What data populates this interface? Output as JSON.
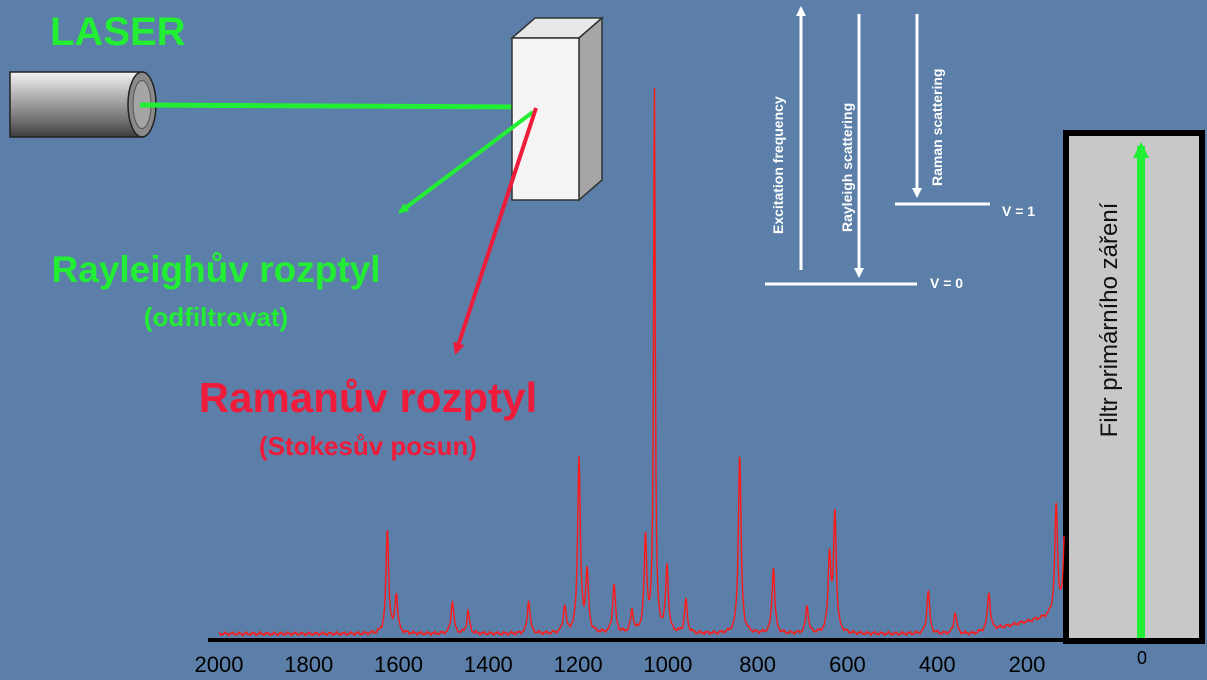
{
  "colors": {
    "background": "#5b7fa8",
    "laser_green": "#22ee33",
    "raman_red": "#ee1c3a",
    "spectrum_red": "#ff1a1a",
    "white": "#ffffff",
    "filter_fill": "#c8c8c8"
  },
  "laser": {
    "label": "LASER"
  },
  "rayleigh": {
    "title": "Rayleighův rozptyl",
    "note": "(odfiltrovat)"
  },
  "raman": {
    "title": "Ramanův rozptyl",
    "note": "(Stokesův posun)"
  },
  "energy_diagram": {
    "arrows": [
      "Excitation frequency",
      "Rayleigh scattering",
      "Raman scattering"
    ],
    "levels": [
      "V = 0",
      "V = 1"
    ]
  },
  "filter": {
    "label": "Filtr primárního záření",
    "zero_tick": "0"
  },
  "chart_data": {
    "type": "line",
    "x_axis_reversed": true,
    "xlim": [
      2000,
      100
    ],
    "x_ticks": [
      "2000",
      "1800",
      "1600",
      "1400",
      "1200",
      "1000",
      "800",
      "600",
      "400",
      "200"
    ],
    "series": [
      {
        "peaks": [
          {
            "x": 1625,
            "y": 0.19
          },
          {
            "x": 1605,
            "y": 0.07
          },
          {
            "x": 1480,
            "y": 0.06
          },
          {
            "x": 1445,
            "y": 0.04
          },
          {
            "x": 1310,
            "y": 0.06
          },
          {
            "x": 1230,
            "y": 0.05
          },
          {
            "x": 1198,
            "y": 0.32
          },
          {
            "x": 1180,
            "y": 0.11
          },
          {
            "x": 1120,
            "y": 0.09
          },
          {
            "x": 1080,
            "y": 0.04
          },
          {
            "x": 1050,
            "y": 0.17
          },
          {
            "x": 1030,
            "y": 1.0
          },
          {
            "x": 1002,
            "y": 0.12
          },
          {
            "x": 960,
            "y": 0.06
          },
          {
            "x": 840,
            "y": 0.33
          },
          {
            "x": 765,
            "y": 0.12
          },
          {
            "x": 690,
            "y": 0.05
          },
          {
            "x": 640,
            "y": 0.14
          },
          {
            "x": 628,
            "y": 0.22
          },
          {
            "x": 420,
            "y": 0.08
          },
          {
            "x": 360,
            "y": 0.04
          },
          {
            "x": 285,
            "y": 0.07
          },
          {
            "x": 135,
            "y": 0.2
          },
          {
            "x": 115,
            "y": 0.2
          }
        ]
      }
    ]
  }
}
